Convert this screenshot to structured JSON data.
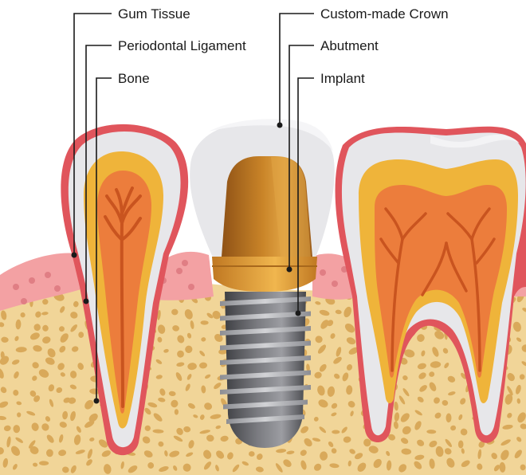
{
  "labels": {
    "gum_tissue": "Gum Tissue",
    "periodontal_ligament": "Periodontal Ligament",
    "bone": "Bone",
    "custom_crown": "Custom-made Crown",
    "abutment": "Abutment",
    "implant": "Implant"
  },
  "colors": {
    "bone": "#f1d598",
    "bone_pore": "#d9a95a",
    "gum": "#f3a1a3",
    "gum_dot": "#e07e84",
    "ligament": "#e0555c",
    "enamel": "#e7e7ea",
    "dentin": "#efb43a",
    "pulp": "#ec7d3c",
    "nerve": "#c9541f",
    "abutment": "#c57c25",
    "implant": "#6d6e72"
  }
}
